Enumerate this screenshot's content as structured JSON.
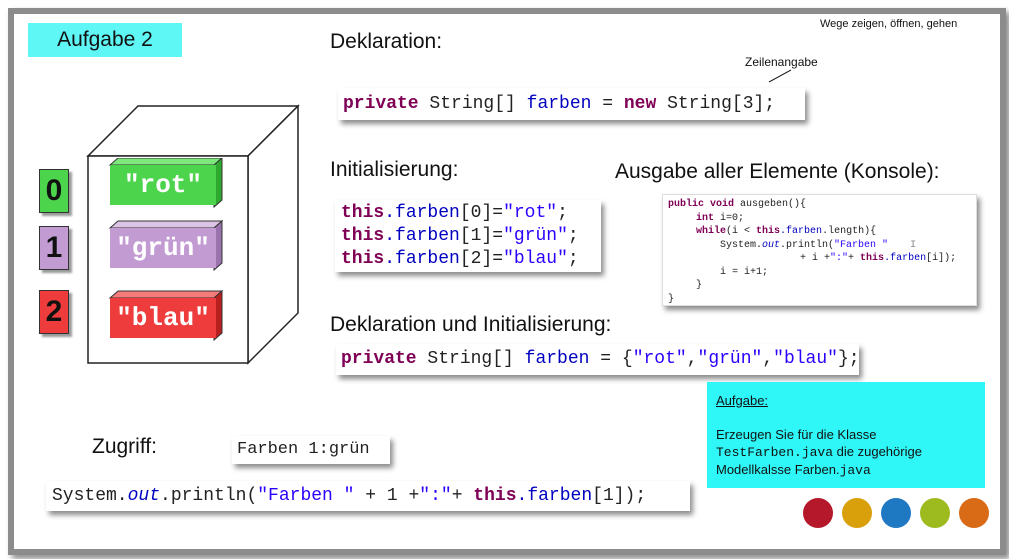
{
  "title": "Aufgabe 2",
  "top_right_note": "Wege zeigen, öffnen, gehen",
  "sections": {
    "deklaration": "Deklaration:",
    "zeilenangabe": "Zeilenangabe",
    "initialisierung": "Initialisierung:",
    "ausgabe": "Ausgabe aller Elemente (Konsole):",
    "deklaration_init": "Deklaration und Initialisierung:",
    "zugriff": "Zugriff:"
  },
  "array": {
    "indices": [
      "0",
      "1",
      "2"
    ],
    "values": [
      "\"rot\"",
      "\"grün\"",
      "\"blau\""
    ],
    "colors": [
      "#4cd44c",
      "#c39bd3",
      "#ee3b3b"
    ]
  },
  "code": {
    "decl": {
      "kw1": "private",
      "t1": " String[] ",
      "f": "farben",
      "t2": " = ",
      "kw2": "new",
      "t3": " String[3];"
    },
    "init": [
      {
        "kw": "this",
        "f": ".farben",
        "t": "[0]=",
        "s": "\"rot\"",
        "e": ";"
      },
      {
        "kw": "this",
        "f": ".farben",
        "t": "[1]=",
        "s": "\"grün\"",
        "e": ";"
      },
      {
        "kw": "this",
        "f": ".farben",
        "t": "[2]=",
        "s": "\"blau\"",
        "e": ";"
      }
    ],
    "decl_init": {
      "kw": "private",
      "t1": " String[] ",
      "f": "farben",
      "t2": " = {",
      "s1": "\"rot\"",
      "c1": ",",
      "s2": "\"grün\"",
      "c2": ",",
      "s3": "\"blau\"",
      "t3": "};"
    },
    "access_output": "Farben 1:grün",
    "access": {
      "t1": "System.",
      "i": "out",
      "t2": ".println(",
      "s1": "\"Farben \"",
      "t3": " + 1 +",
      "s2": "\":\"",
      "t4": "+ ",
      "kw": "this",
      "f": ".farben",
      "t5": "[1]);"
    },
    "method": {
      "l1a": "public void",
      "l1b": " ausgeben(){",
      "l2a": "int",
      "l2b": " i=0;",
      "l3a": "while",
      "l3b": "(i < ",
      "l3c": "this",
      "l3d": ".farben",
      "l3e": ".length){",
      "l4a": "System.",
      "l4b": "out",
      "l4c": ".println(",
      "l4d": "\"Farben \"",
      "l5a": "+ i +",
      "l5b": "\":\"",
      "l5c": "+ ",
      "l5d": "this",
      "l5e": ".farben",
      "l5f": "[i]);",
      "l6": "i = i+1;",
      "l7": "}",
      "l8": "}",
      "cursor": "I"
    }
  },
  "task": {
    "heading": "Aufgabe:",
    "line1": "Erzeugen Sie für die Klasse",
    "class1": "TestFarben.java",
    "line2": " die zugehörige",
    "line3": "Modellkalsse Farben.",
    "ext": "java"
  },
  "palette": [
    "#b5182b",
    "#d9a00b",
    "#1f78c2",
    "#9dbb1e",
    "#d96a16"
  ],
  "colors": {
    "title_bg": "#5ff6f6",
    "task_bg": "#2ff7f7"
  }
}
